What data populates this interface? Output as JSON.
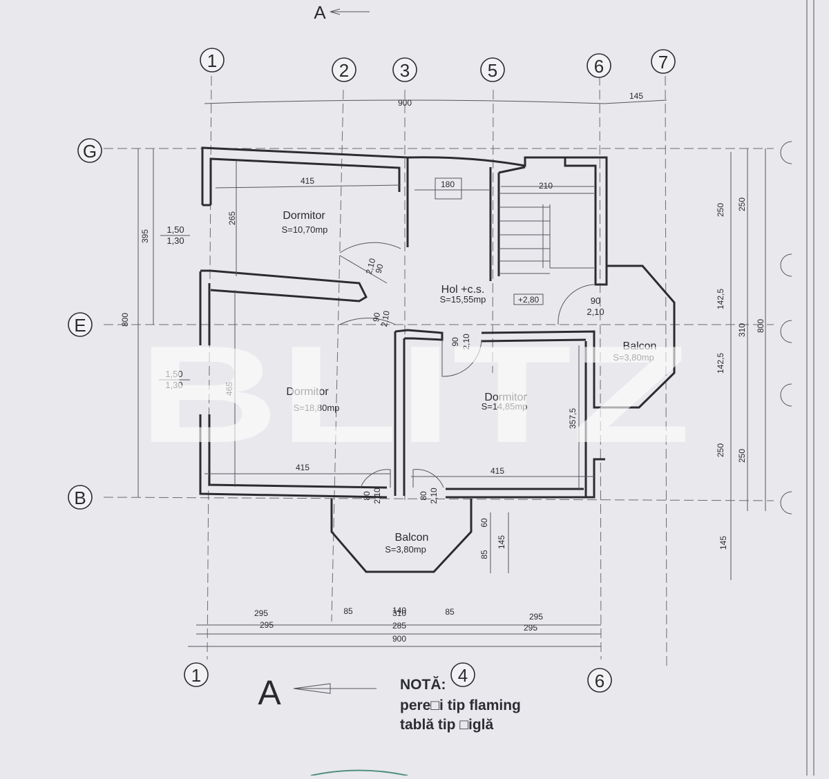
{
  "section_marks": {
    "top": "A",
    "bottom": "A"
  },
  "grid_axes_top": [
    "1",
    "2",
    "3",
    "5",
    "6",
    "7"
  ],
  "grid_axes_bottom": [
    "1",
    "4",
    "6"
  ],
  "grid_axes_left": [
    "G",
    "E",
    "B"
  ],
  "rooms": [
    {
      "name": "Dormitor",
      "area": "S=10,70mp"
    },
    {
      "name": "Hol +c.s.",
      "area": "S=15,55mp"
    },
    {
      "name": "Dormitor",
      "area": "S=18,80mp"
    },
    {
      "name": "Dormitor",
      "area": "S=14,85mp"
    },
    {
      "name": "Balcon",
      "area": "S=3,80mp"
    },
    {
      "name": "Balcon",
      "area": "S=3,80mp"
    }
  ],
  "level_mark": "+2,80",
  "window_marks": [
    {
      "top": "1,50",
      "bottom": "1,30"
    },
    {
      "top": "1,50",
      "bottom": "1,30"
    }
  ],
  "doors": [
    {
      "w": "90",
      "h": "2,10"
    },
    {
      "w": "90",
      "h": "2,10"
    },
    {
      "w": "90",
      "h": "2,10"
    },
    {
      "w": "90",
      "h": "2,10"
    },
    {
      "w": "80",
      "h": "2,10"
    },
    {
      "w": "80",
      "h": "2,10"
    }
  ],
  "dimensions": {
    "top_total": "900",
    "top_right": "145",
    "room_widths_top": [
      "415",
      "180",
      "210"
    ],
    "room_widths_bottom": [
      "415",
      "415"
    ],
    "left_total": "800",
    "left_395": "395",
    "room_h_265": "265",
    "room_h_465": "465",
    "room_h_357_5": "357,5",
    "right_chain": [
      "250",
      "142,5",
      "142,5",
      "250"
    ],
    "right_chain2": [
      "250",
      "310",
      "250"
    ],
    "right_total": "800",
    "right_145": "145",
    "balcony_60": "60",
    "balcony_85": "85",
    "balcony_145": "145",
    "bottom_row1": [
      "295",
      "85",
      "310",
      "140",
      "85",
      "295"
    ],
    "bottom_row2": [
      "295",
      "285",
      "295"
    ],
    "bottom_total": "900"
  },
  "watermark": "BLITZ",
  "note": {
    "title": "NOTĂ:",
    "line1": "pere□i tip flaming",
    "line2": "tablă tip □iglă"
  },
  "colors": {
    "paper": "#e9e8ec",
    "ink": "#2b2b30"
  }
}
